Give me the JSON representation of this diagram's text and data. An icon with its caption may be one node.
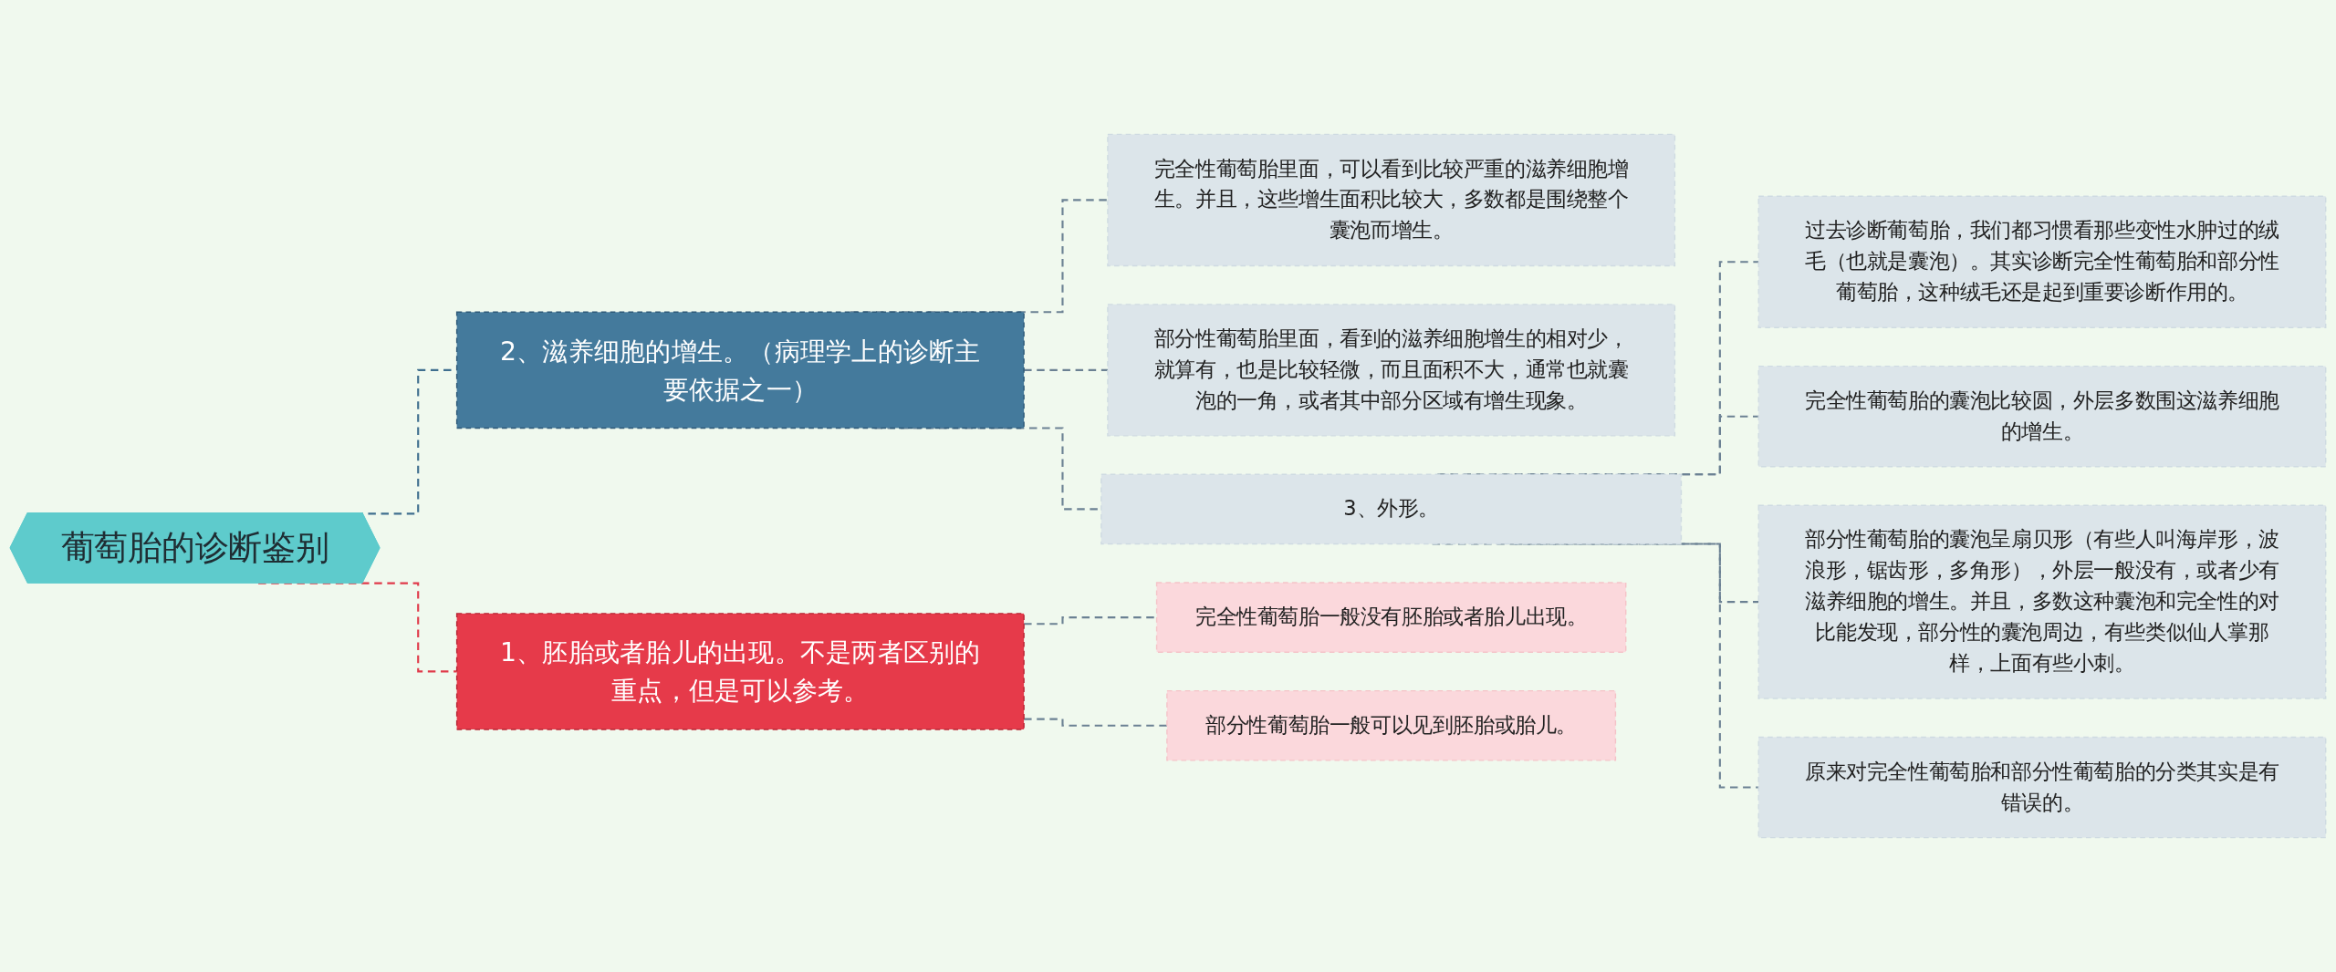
{
  "diagram": {
    "nodes": [
      {
        "text": [
          "葡萄胎的诊断鉴别"
        ]
      },
      {
        "text": [
          "2、滋养细胞的增生。（病理学上的诊断主要依据之一）"
        ]
      },
      {
        "text": [
          "完全性葡萄胎里面，可以看到比较严重的滋养细胞增生。并且，这些增生面积比较大，多数都是围绕整个囊泡而增生。"
        ]
      },
      {
        "text": [
          "部分性葡萄胎里面，看到的滋养细胞增生的相对少，就算有，也是比较轻微，而且面积不大，通常也就囊泡的一角，或者其中部分区域有增生现象。"
        ]
      },
      {
        "text": [
          "3、外形。"
        ]
      },
      {
        "text": [
          "过去诊断葡萄胎，我们都习惯看那些变性水肿过的绒毛（也就是囊泡）。其实诊断完全性葡萄胎和部分性葡萄胎，这种绒毛还是起到重要诊断作用的。"
        ]
      },
      {
        "text": [
          "完全性葡萄胎的囊泡比较圆，外层多数围这滋养细胞的增生。"
        ]
      },
      {
        "text": [
          "部分性葡萄胎的囊泡呈扇贝形（有些人叫海岸形，波浪形，锯齿形，多角形），外层一般没有，或者少有滋养细胞的增生。并且，多数这种囊泡和完全性的对比能发现，部分性的囊泡周边，有些类似仙人掌那样，上面有些小刺。"
        ]
      },
      {
        "text": [
          "原来对完全性葡萄胎和部分性葡萄胎的分类其实是有错误的。"
        ]
      },
      {
        "text": [
          "1、胚胎或者胎儿的出现。不是两者区别的重点，但是可以参考。"
        ]
      },
      {
        "text": [
          "完全性葡萄胎一般没有胚胎或者胎儿出现。"
        ]
      },
      {
        "text": [
          "部分性葡萄胎一般可以见到胚胎或胎儿。"
        ]
      }
    ],
    "edges": [
      {
        "from": 0,
        "to": 1,
        "arrow": "none",
        "style": "dashed",
        "color": "#3f6f8f"
      },
      {
        "from": 1,
        "to": 2,
        "arrow": "none",
        "style": "dashed"
      },
      {
        "from": 1,
        "to": 3,
        "arrow": "none",
        "style": "dashed"
      },
      {
        "from": 1,
        "to": 4,
        "arrow": "none",
        "style": "dashed"
      },
      {
        "from": 4,
        "to": 5,
        "arrow": "none",
        "style": "dashed"
      },
      {
        "from": 4,
        "to": 6,
        "arrow": "none",
        "style": "dashed"
      },
      {
        "from": 4,
        "to": 7,
        "arrow": "none",
        "style": "dashed"
      },
      {
        "from": 4,
        "to": 8,
        "arrow": "none",
        "style": "dashed"
      },
      {
        "from": 0,
        "to": 9,
        "arrow": "none",
        "style": "dashed",
        "color": "#e03a4a"
      },
      {
        "from": 9,
        "to": 10,
        "arrow": "none",
        "style": "dashed"
      },
      {
        "from": 9,
        "to": 11,
        "arrow": "none",
        "style": "dashed"
      }
    ]
  }
}
